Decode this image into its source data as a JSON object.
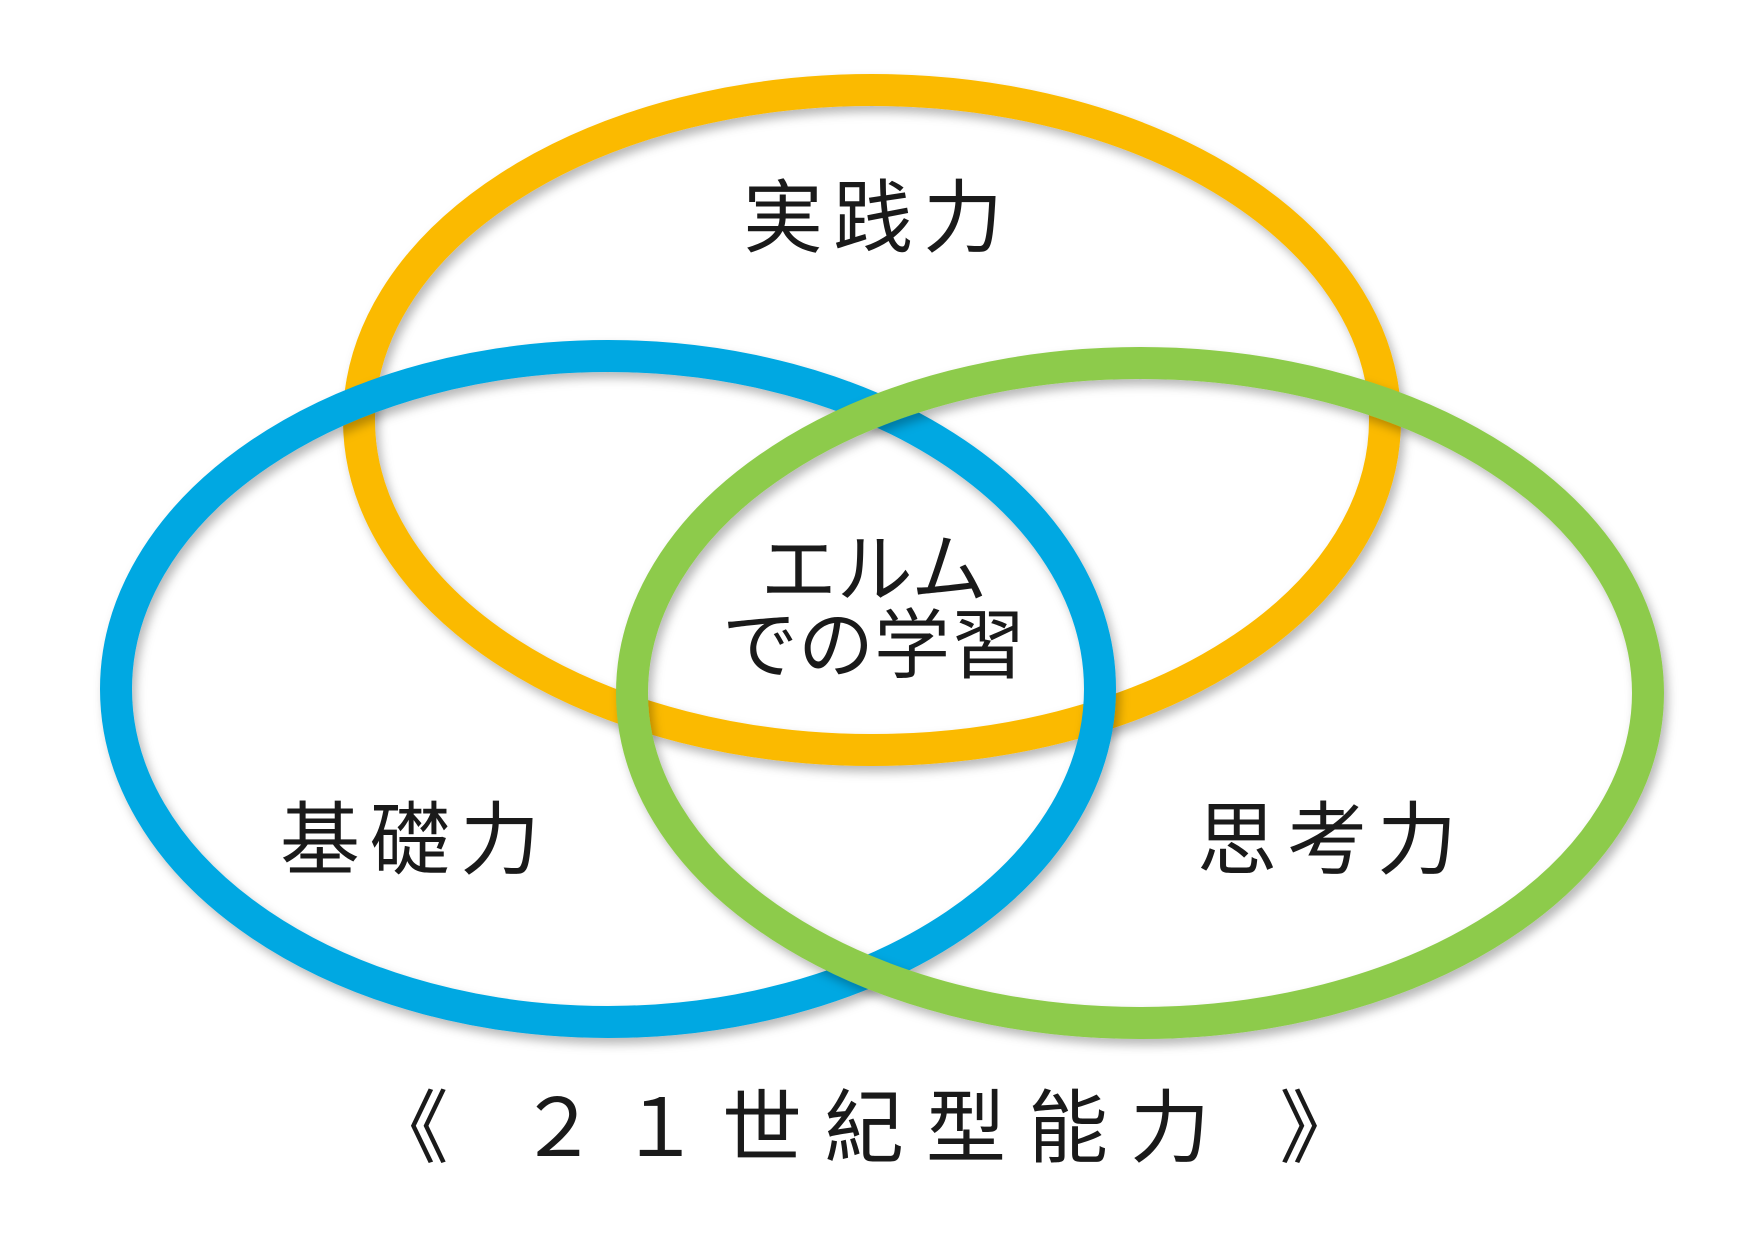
{
  "diagram": {
    "rings": [
      {
        "id": "practice",
        "label": "実践力",
        "color": "#FBBA00"
      },
      {
        "id": "basic",
        "label": "基礎力",
        "color": "#00A8E2"
      },
      {
        "id": "thinking",
        "label": "思考力",
        "color": "#8DCB4B"
      }
    ],
    "center": {
      "line1": "エルム",
      "line2": "での学習"
    },
    "caption": "《 ２１世紀型能力 》"
  }
}
